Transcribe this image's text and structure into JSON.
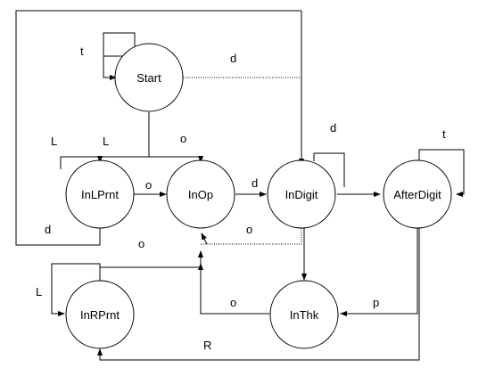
{
  "diagram": {
    "nodes": [
      {
        "id": "start",
        "label": "Start"
      },
      {
        "id": "inlprnt",
        "label": "InLPrnt"
      },
      {
        "id": "inop",
        "label": "InOp"
      },
      {
        "id": "indigit",
        "label": "InDigit"
      },
      {
        "id": "afterdigit",
        "label": "AfterDigit"
      },
      {
        "id": "inrprnt",
        "label": "InRPrnt"
      },
      {
        "id": "inthk",
        "label": "InThk"
      }
    ],
    "edge_labels": {
      "start_self": "t",
      "start_to_indigit": "d",
      "start_to_inlprnt_a": "L",
      "start_to_inlprnt_b": "L",
      "start_to_inop": "o",
      "indigit_self": "d",
      "afterdigit_self": "t",
      "inlprnt_to_inop": "o",
      "inop_to_indigit": "d",
      "inlprnt_to_indigit": "d",
      "indigit_to_inop": "o",
      "inrprnt_to_inop": "o",
      "inrprnt_self": "L",
      "inthk_to_inop": "o",
      "afterdigit_to_inthk": "p",
      "afterdigit_to_inrprnt": "R"
    }
  }
}
